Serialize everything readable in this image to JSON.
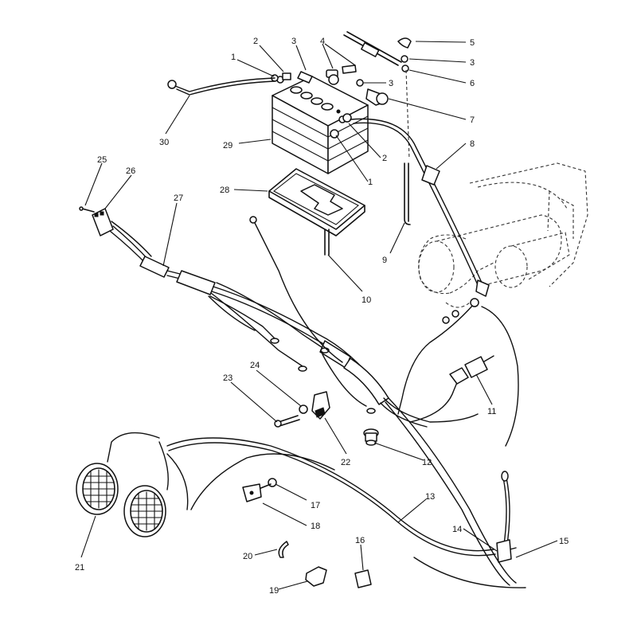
{
  "callouts": [
    {
      "id": "c1a",
      "text": "1"
    },
    {
      "id": "c1b",
      "text": "1"
    },
    {
      "id": "c2a",
      "text": "2"
    },
    {
      "id": "c2b",
      "text": "2"
    },
    {
      "id": "c3a",
      "text": "3"
    },
    {
      "id": "c3b",
      "text": "3"
    },
    {
      "id": "c3c",
      "text": "3"
    },
    {
      "id": "c4",
      "text": "4"
    },
    {
      "id": "c5",
      "text": "5"
    },
    {
      "id": "c6",
      "text": "6"
    },
    {
      "id": "c7",
      "text": "7"
    },
    {
      "id": "c8",
      "text": "8"
    },
    {
      "id": "c9",
      "text": "9"
    },
    {
      "id": "c10",
      "text": "10"
    },
    {
      "id": "c11",
      "text": "11"
    },
    {
      "id": "c12",
      "text": "12"
    },
    {
      "id": "c13",
      "text": "13"
    },
    {
      "id": "c14",
      "text": "14"
    },
    {
      "id": "c15",
      "text": "15"
    },
    {
      "id": "c16",
      "text": "16"
    },
    {
      "id": "c17",
      "text": "17"
    },
    {
      "id": "c18",
      "text": "18"
    },
    {
      "id": "c19",
      "text": "19"
    },
    {
      "id": "c20",
      "text": "20"
    },
    {
      "id": "c21",
      "text": "21"
    },
    {
      "id": "c22",
      "text": "22"
    },
    {
      "id": "c23",
      "text": "23"
    },
    {
      "id": "c24",
      "text": "24"
    },
    {
      "id": "c25",
      "text": "25"
    },
    {
      "id": "c26",
      "text": "26"
    },
    {
      "id": "c27",
      "text": "27"
    },
    {
      "id": "c28",
      "text": "28"
    },
    {
      "id": "c29",
      "text": "29"
    },
    {
      "id": "c30",
      "text": "30"
    }
  ]
}
